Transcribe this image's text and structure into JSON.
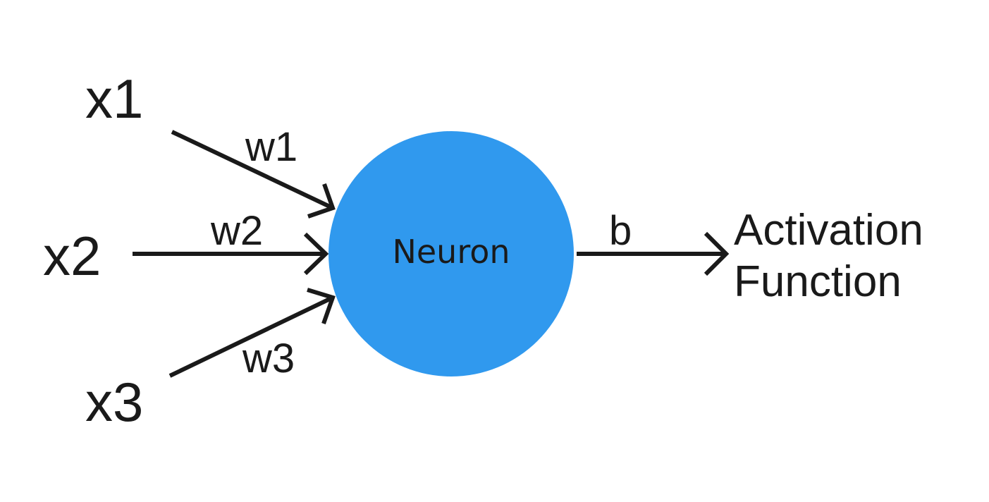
{
  "colors": {
    "neuron_fill": "#3099ee",
    "stroke": "#1a1a1a",
    "background": "#ffffff"
  },
  "inputs": [
    {
      "label": "x1",
      "weight": "w1"
    },
    {
      "label": "x2",
      "weight": "w2"
    },
    {
      "label": "x3",
      "weight": "w3"
    }
  ],
  "neuron": {
    "label": "Neuron"
  },
  "bias": {
    "label": "b"
  },
  "output": {
    "line1": "Activation",
    "line2": "Function"
  }
}
